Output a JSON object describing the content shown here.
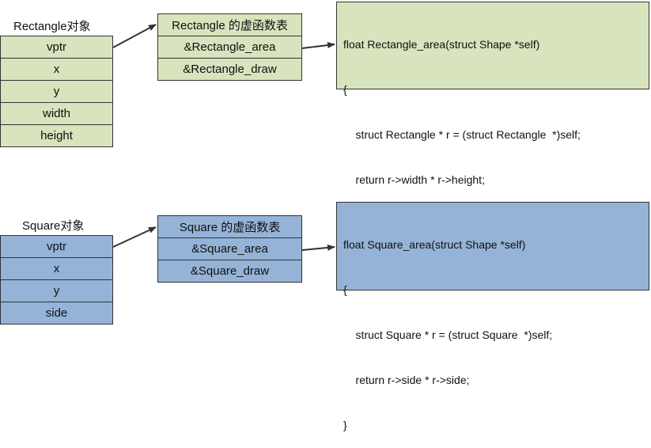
{
  "rect_object": {
    "title": "Rectangle对象",
    "fields": [
      "vptr",
      "x",
      "y",
      "width",
      "height"
    ]
  },
  "rect_vtable": {
    "title": "Rectangle 的虚函数表",
    "entries": [
      "&Rectangle_area",
      "&Rectangle_draw"
    ]
  },
  "rect_code": {
    "lines": [
      "float Rectangle_area(struct Shape *self)",
      "{",
      "    struct Rectangle * r = (struct Rectangle  *)self;",
      "    return r->width * r->height;",
      "}"
    ]
  },
  "square_object": {
    "title": "Square对象",
    "fields": [
      "vptr",
      "x",
      "y",
      "side"
    ]
  },
  "square_vtable": {
    "title": "Square 的虚函数表",
    "entries": [
      "&Square_area",
      "&Square_draw"
    ]
  },
  "square_code": {
    "lines": [
      "float Square_area(struct Shape *self)",
      "{",
      "    struct Square * r = (struct Square  *)self;",
      "    return r->side * r->side;",
      "}"
    ]
  },
  "colors": {
    "rectangle_fill": "#d7e4bd",
    "square_fill": "#95b3d7",
    "border": "#333333",
    "arrow": "#333333"
  }
}
